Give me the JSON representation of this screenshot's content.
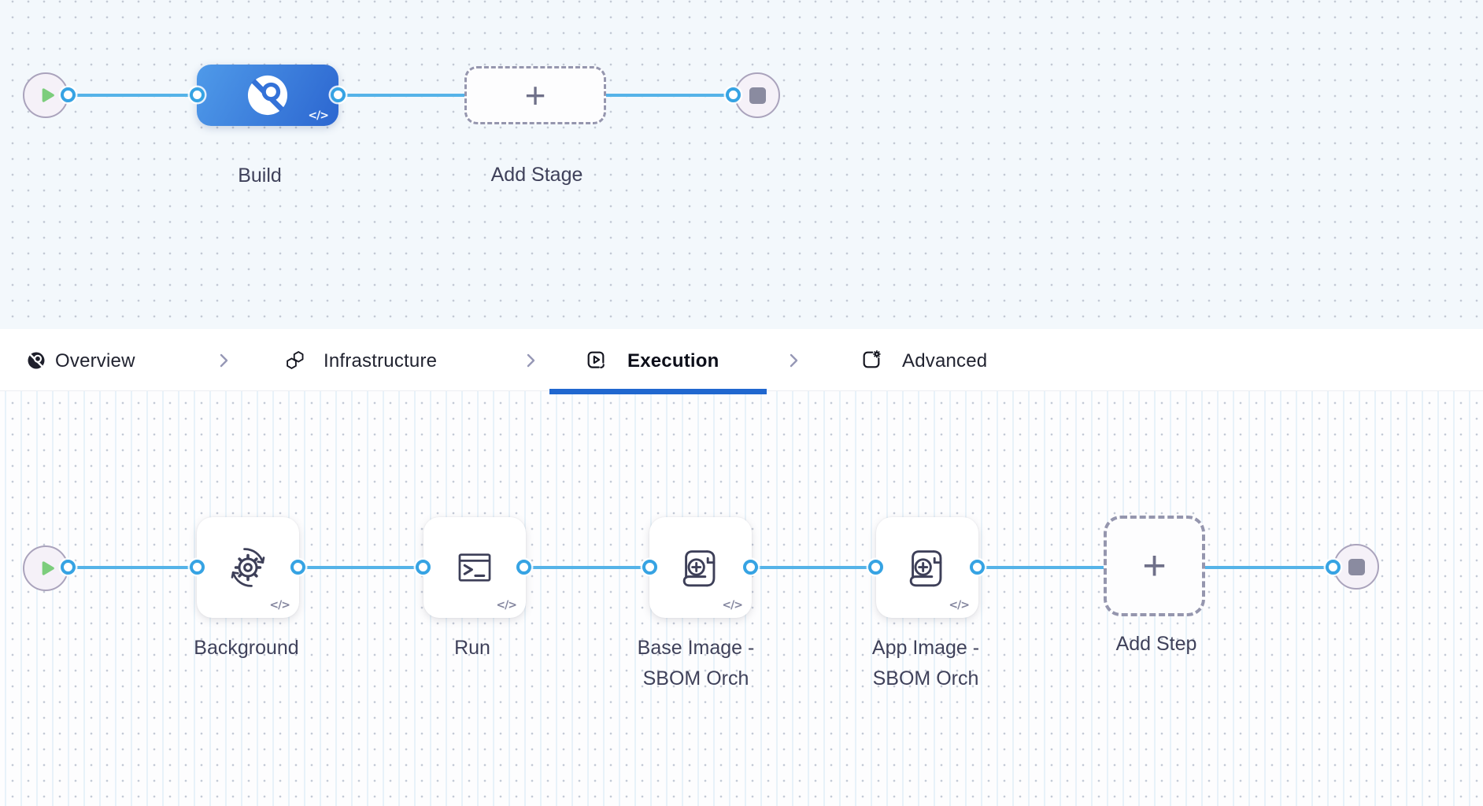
{
  "colors": {
    "stage_gradient_start": "#4f9ae9",
    "stage_gradient_end": "#2c66d0",
    "connector_blue": "#55b3e8",
    "port_border_blue": "#36a3e3",
    "tab_active_underline": "#2067cf",
    "play_green": "#7ccd7c",
    "node_label_text": "#3f415a",
    "icon_stroke": "#3d3f58"
  },
  "stage_pipeline": {
    "stage": {
      "label": "Build",
      "code_glyph": "</>"
    },
    "add_stage": {
      "label": "Add Stage",
      "plus_glyph": "+"
    }
  },
  "tab_bar": {
    "tabs": [
      {
        "label": "Overview",
        "icon": "pipeline-overview-icon",
        "active": false
      },
      {
        "label": "Infrastructure",
        "icon": "infrastructure-icon",
        "active": false
      },
      {
        "label": "Execution",
        "icon": "execution-icon",
        "active": true
      },
      {
        "label": "Advanced",
        "icon": "advanced-icon",
        "active": false
      }
    ]
  },
  "execution_pipeline": {
    "steps": [
      {
        "label_line1": "Background",
        "label_line2": "",
        "icon": "background-step-icon",
        "code_glyph": "</>"
      },
      {
        "label_line1": "Run",
        "label_line2": "",
        "icon": "run-step-icon",
        "code_glyph": "</>"
      },
      {
        "label_line1": "Base Image -",
        "label_line2": "SBOM Orch",
        "icon": "sbom-step-icon",
        "code_glyph": "</>"
      },
      {
        "label_line1": "App Image -",
        "label_line2": "SBOM Orch",
        "icon": "sbom-step-icon",
        "code_glyph": "</>"
      }
    ],
    "add_step": {
      "label": "Add Step",
      "plus_glyph": "+"
    }
  }
}
